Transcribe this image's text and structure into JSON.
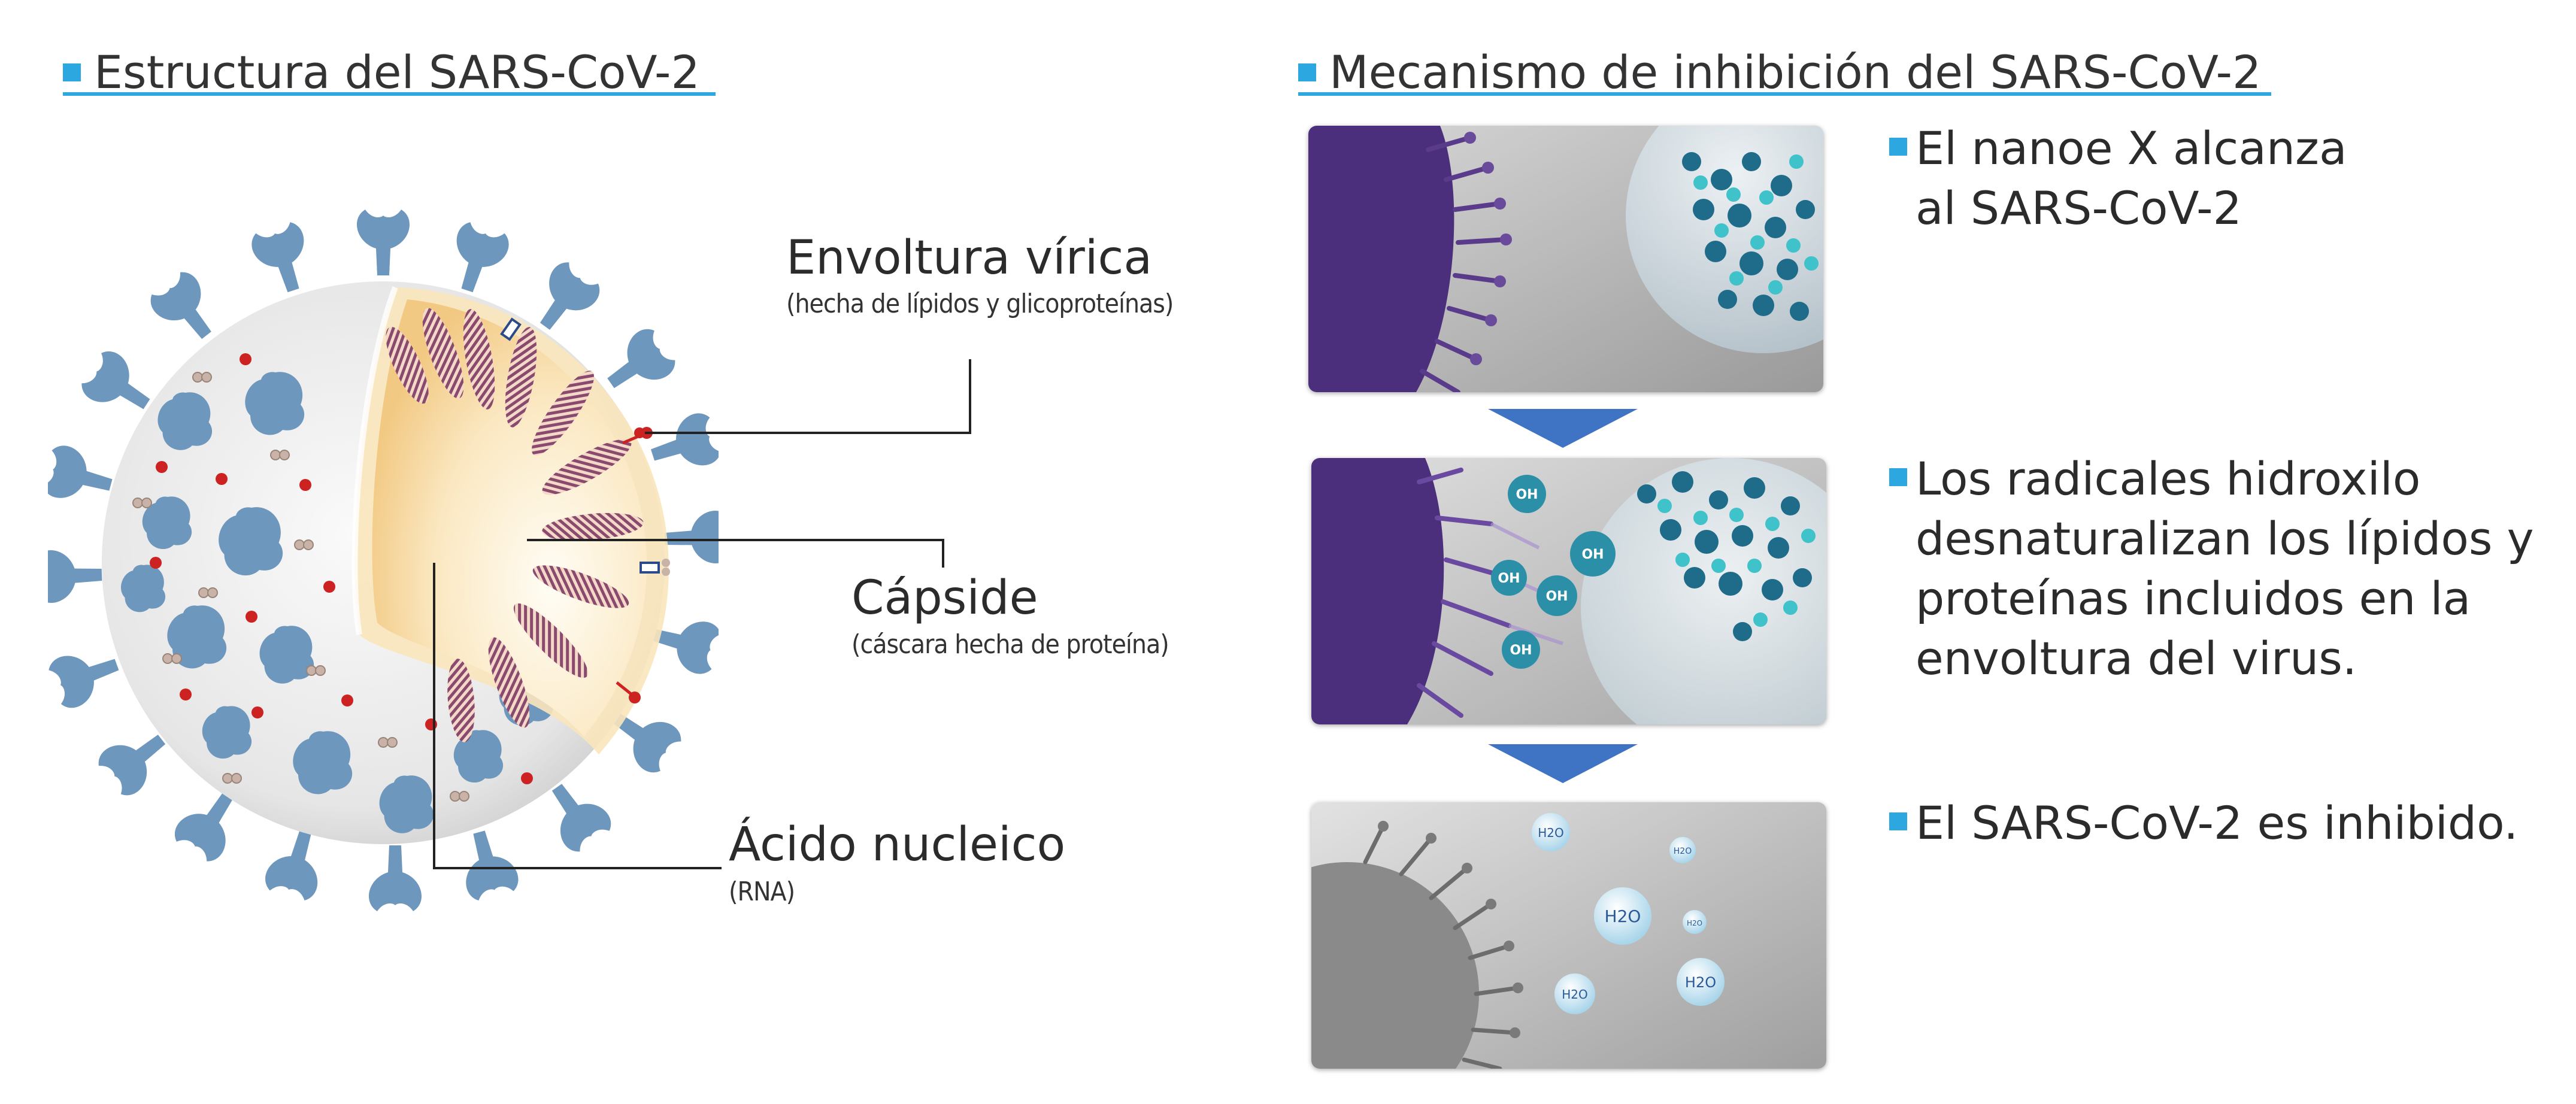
{
  "left_section": {
    "title": "Estructura del SARS-CoV-2"
  },
  "right_section": {
    "title": "Mecanismo de inhibición del SARS-CoV-2"
  },
  "labels": {
    "envelope": {
      "main": "Envoltura vírica",
      "sub": "(hecha de lípidos y glicoproteínas)"
    },
    "capsid": {
      "main": "Cápside",
      "sub": "(cáscara hecha de proteína)"
    },
    "nucleic_acid": {
      "main": "Ácido nucleico",
      "sub": "(RNA)"
    }
  },
  "steps": [
    {
      "lines": [
        "El nanoe X alcanza",
        "al SARS-CoV-2"
      ]
    },
    {
      "lines": [
        "Los radicales hidroxilo",
        "desnaturalizan los lípidos y",
        "proteínas incluidos en la",
        "envoltura del virus."
      ]
    },
    {
      "lines": [
        "El SARS-CoV-2 es inhibido."
      ]
    }
  ],
  "panel_texts": {
    "oh": "OH",
    "h2o": "H2O"
  },
  "colors": {
    "accent": "#2ca7e0",
    "arrow": "#3f73c4",
    "spike": "#6e97bd",
    "capsid": "#f7d9a0",
    "rna": "#8a4a6e",
    "virus_purple": "#5a3a8a"
  }
}
